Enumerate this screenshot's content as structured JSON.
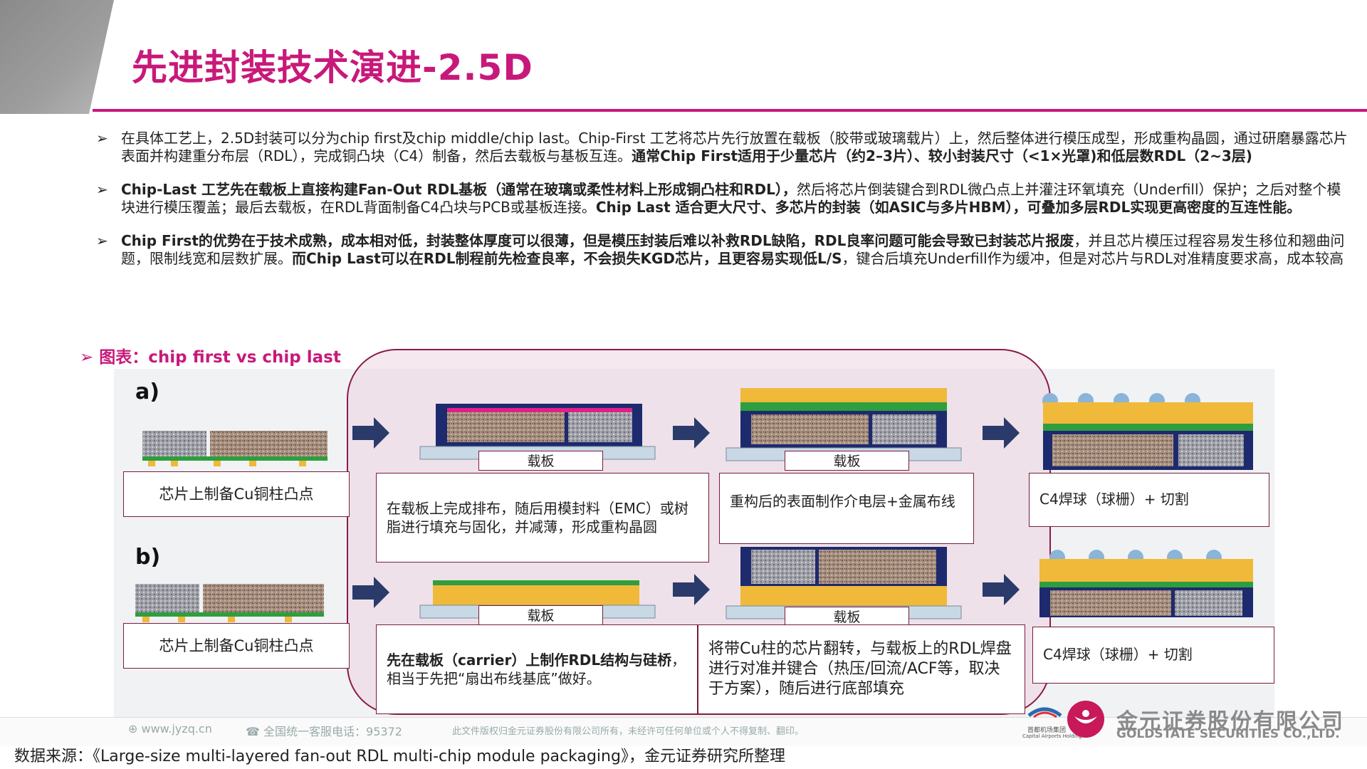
{
  "title": "先进封装技术演进-2.5D",
  "bullets": [
    {
      "marker": "➢",
      "segments": [
        {
          "text": "在具体工艺上，2.5D封装可以分为chip first及chip middle/chip last。Chip-First 工艺将芯片先行放置在载板（胶带或玻璃载片）上，然后整体进行模压成型，形成重构晶圆，通过研磨暴露芯片表面并构建重分布层（RDL），完成铜凸块（C4）制备，然后去载板与基板互连。",
          "bold": false
        },
        {
          "text": "通常Chip First适用于少量芯片（约2–3片）、较小封装尺寸（<1×光罩)和低层数RDL（2~3层)",
          "bold": true
        }
      ]
    },
    {
      "marker": "➢",
      "segments": [
        {
          "text": "Chip-Last 工艺先在载板上直接构建Fan-Out RDL基板（通常在玻璃或柔性材料上形成铜凸柱和RDL），",
          "bold": true
        },
        {
          "text": "然后将芯片倒装键合到RDL微凸点上并灌注环氧填充（Underfill）保护；之后对整个模块进行模压覆盖；最后去载板，在RDL背面制备C4凸块与PCB或基板连接。",
          "bold": false
        },
        {
          "text": "Chip Last 适合更大尺寸、多芯片的封装（如ASIC与多片HBM），可叠加多层RDL实现更高密度的互连性能。",
          "bold": true
        }
      ]
    },
    {
      "marker": "➢",
      "segments": [
        {
          "text": "Chip First的优势在于技术成熟，成本相对低，封装整体厚度可以很薄，但是模压封装后难以补救RDL缺陷，RDL良率问题可能会导致已封装芯片报废",
          "bold": true
        },
        {
          "text": "，并且芯片模压过程容易发生移位和翘曲问题，限制线宽和层数扩展。",
          "bold": false
        },
        {
          "text": "而Chip Last可以在RDL制程前先检查良率，不会损失KGD芯片，且更容易实现低L/S",
          "bold": true
        },
        {
          "text": "，键合后填充Underfill作为缓冲，但是对芯片与RDL对准精度要求高，成本较高",
          "bold": false
        }
      ]
    }
  ],
  "figure_label": "➢ 图表：chip first vs chip last",
  "figure": {
    "row_a_label": "a)",
    "row_b_label": "b)",
    "carrier_label": "载板",
    "a_boxes": [
      "芯片上制备Cu铜柱凸点",
      "在载板上完成排布，随后用模封料（EMC）或树脂进行填充与固化，并减薄，形成重构晶圆",
      "重构后的表面制作介电层+金属布线",
      "C4焊球（球栅）+ 切割"
    ],
    "b_boxes": [
      "芯片上制备Cu铜柱凸点",
      "先在载板（carrier）上制作RDL结构与硅桥，相当于先把“扇出布线基底”做好。",
      "将带Cu柱的芯片翻转，与载板上的RDL焊盘进行对准并键合（热压/回流/ACF等，取决于方案），随后进行底部填充",
      "C4焊球（球栅）+ 切割"
    ],
    "b_box2_bold": "先在载板（carrier）上制作RDL结构与硅桥",
    "b_box2_rest": "，相当于先把“扇出布线基底”做好。"
  },
  "footer": {
    "website": "www.jyzq.cn",
    "hotline": "全国统一客服电话：95372",
    "copyright": "此文件版权归金元证券股份有限公司所有，未经许可任何单位或个人不得复制、翻印。",
    "logo_cn": "金元证券股份有限公司",
    "logo_en": "GOLDSTATE SECURITIES CO.,LTD.",
    "partner_cn": "首都机场集团",
    "partner_en": "Capital Airports Holding"
  },
  "source": "数据来源：《Large-size multi-layered fan-out RDL multi-chip module packaging》，金元证券研究所整理",
  "colors": {
    "accent": "#c8197a",
    "box_border": "#7a1c3c",
    "highlight_border": "#8a1c4a",
    "arrow": "#2a3a6a",
    "chip_gold": "#f0b93a",
    "mold_blue": "#1e2a6e"
  }
}
